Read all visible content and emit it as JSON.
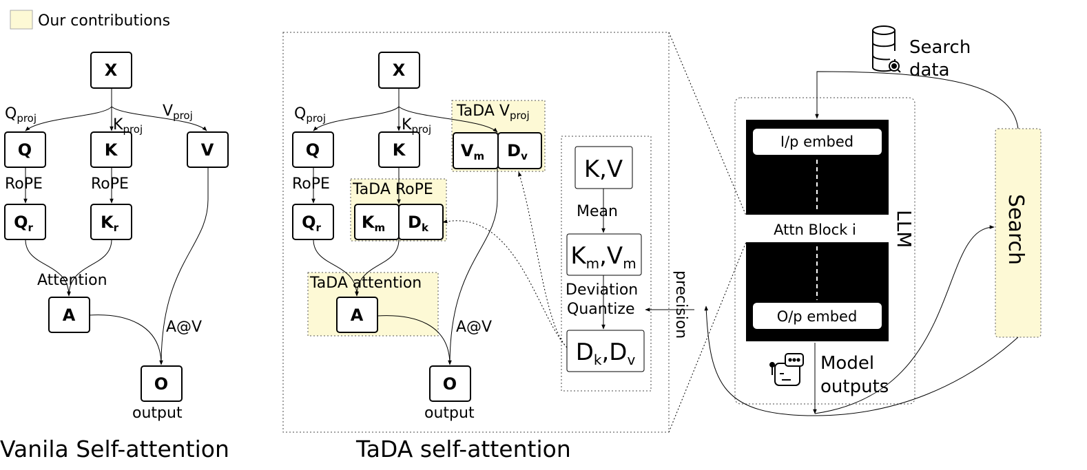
{
  "legend": {
    "label": "Our contributions",
    "color": "#fdf9d5"
  },
  "vanilla": {
    "title": "Vanila Self-attention",
    "x": "X",
    "q": "Q",
    "k": "K",
    "v": "V",
    "qr_main": "Q",
    "qr_sub": "r",
    "kr_main": "K",
    "kr_sub": "r",
    "a": "A",
    "o": "O",
    "qproj_main": "Q",
    "qproj_sub": "proj",
    "kproj_main": "K",
    "kproj_sub": "proj",
    "vproj_main": "V",
    "vproj_sub": "proj",
    "rope_q": "RoPE",
    "rope_k": "RoPE",
    "attention": "Attention",
    "av": "A@V",
    "output": "output"
  },
  "tada": {
    "title": "TaDA self-attention",
    "x": "X",
    "q": "Q",
    "k": "K",
    "qr_main": "Q",
    "qr_sub": "r",
    "vm_main": "V",
    "vm_sub": "m",
    "dv_main": "D",
    "dv_sub": "v",
    "km_main": "K",
    "km_sub": "m",
    "dk_main": "D",
    "dk_sub": "k",
    "a": "A",
    "o": "O",
    "qproj_main": "Q",
    "qproj_sub": "proj",
    "kproj_main": "K",
    "kproj_sub": "proj",
    "tada_vproj_main": "TaDA V",
    "tada_vproj_sub": "proj",
    "tada_rope": "TaDA RoPE",
    "rope_q": "RoPE",
    "tada_attention": "TaDA attention",
    "av": "A@V",
    "output": "output"
  },
  "quant": {
    "kv": "K,V",
    "mean": "Mean",
    "kmvm_k": "K",
    "kmvm_k_sub": "m",
    "kmvm_sep": ",",
    "kmvm_v": "V",
    "kmvm_v_sub": "m",
    "deviation": "Deviation",
    "quantize": "Quantize",
    "dkdv_d1": "D",
    "dkdv_d1_sub": "k",
    "dkdv_sep": ",",
    "dkdv_d2": "D",
    "dkdv_d2_sub": "v",
    "precision": "precision"
  },
  "llm": {
    "label": "LLM",
    "ip_embed": "I/p embed",
    "attn_block": "Attn Block i",
    "op_embed": "O/p embed",
    "model_outputs_1": "Model",
    "model_outputs_2": "outputs",
    "search_data_1": "Search",
    "search_data_2": "data",
    "search": "Search",
    "icons": [
      "database-search-icon",
      "robot-icon"
    ]
  }
}
